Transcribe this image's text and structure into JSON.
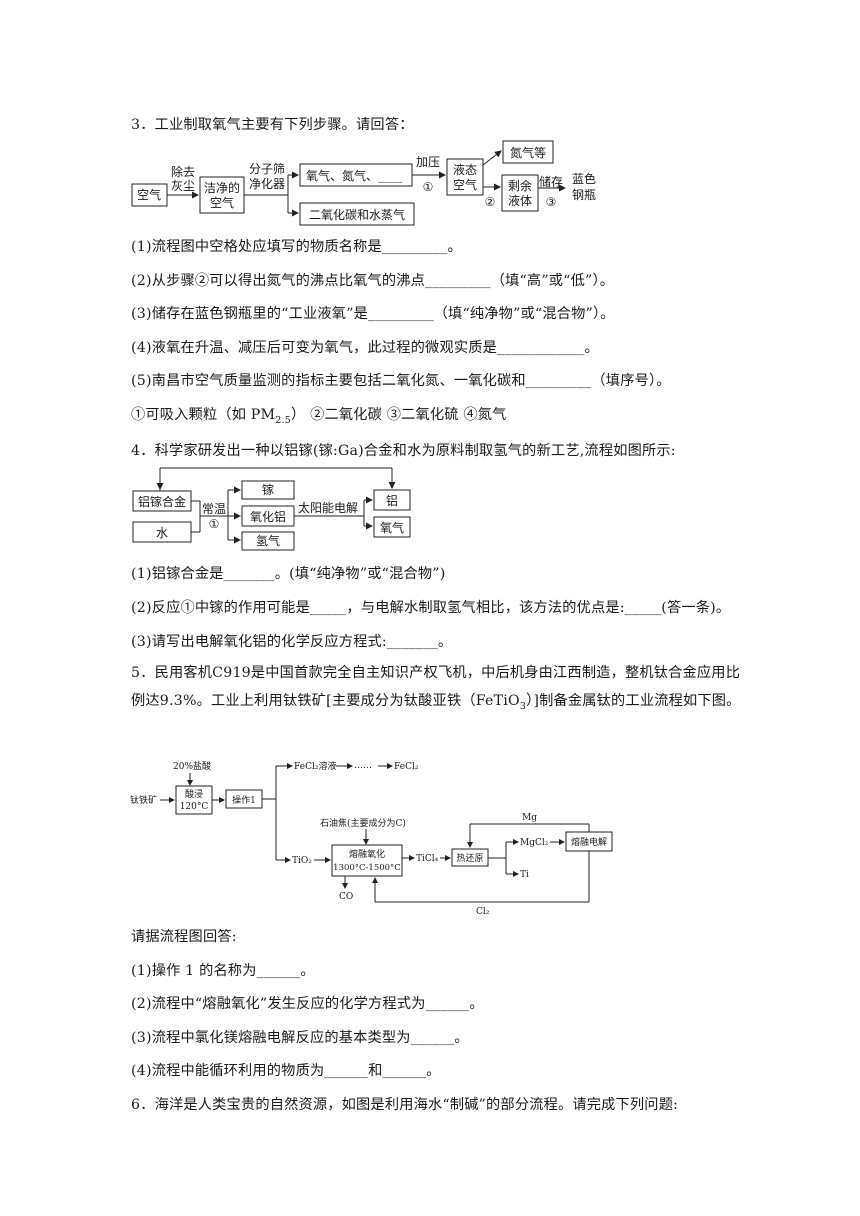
{
  "q3": {
    "title": "3．工业制取氧气主要有下列步骤。请回答：",
    "diagram": {
      "air": "空气",
      "step_remove_dust_1": "除去",
      "step_remove_dust_2": "灰尘",
      "clean_air_1": "洁净的",
      "clean_air_2": "空气",
      "sieve_1": "分子筛",
      "sieve_2": "净化器",
      "gases": "氧气、氮气、____",
      "co2_water": "二氧化碳和水蒸气",
      "pressurize": "加压",
      "step1": "①",
      "liquid_air_1": "液态",
      "liquid_air_2": "空气",
      "nitrogen_etc": "氮气等",
      "remaining_1": "剩余",
      "remaining_2": "液体",
      "step2": "②",
      "store": "储存",
      "step3": "③",
      "blue_1": "蓝色",
      "blue_2": "钢瓶"
    },
    "q1": "(1)流程图中空格处应填写的物质名称是_________。",
    "q2": "(2)从步骤②可以得出氮气的沸点比氧气的沸点_________（填“高”或“低”）。",
    "q3": "(3)储存在蓝色钢瓶里的“工业液氧”是_________（填“纯净物”或“混合物”）。",
    "q4": "(4)液氧在升温、减压后可变为氧气，此过程的微观实质是____________。",
    "q5": "(5)南昌市空气质量监测的指标主要包括二氧化氮、一氧化碳和_________（填序号）。",
    "options_pre": "①可吸入颗粒（如 PM",
    "options_sub": "2.5",
    "options_post": "）  ②二氧化碳  ③二氧化硫  ④氮气"
  },
  "q4": {
    "title": "4．科学家研发出一种以铝镓(镓:Ga)合金和水为原料制取氢气的新工艺,流程如图所示:",
    "diagram": {
      "alloy": "铝镓合金",
      "water": "水",
      "normal_temp": "常温",
      "step1": "①",
      "gallium": "镓",
      "alumina": "氧化铝",
      "hydrogen": "氢气",
      "solar": "太阳能电解",
      "aluminum": "铝",
      "oxygen": "氧气"
    },
    "q1": "(1)铝镓合金是_______。(填“纯净物”或“混合物”)",
    "q2": "(2)反应①中镓的作用可能是_____，与电解水制取氢气相比，该方法的优点是:_____(答一条)。",
    "q3": "(3)请写出电解氧化铝的化学反应方程式:_______。"
  },
  "q5": {
    "title": "5．民用客机C919是中国首款完全自主知识产权飞机，中后机身由江西制造，整机钛合金应用比例达9.3%。工业上利用钛铁矿[主要成分为钛酸亚铁（FeTiO",
    "title_sub": "3",
    "title_end": "）]制备金属钛的工业流程如下图。",
    "diagram": {
      "hcl": "20%盐酸",
      "ore": "钛铁矿",
      "acid_leach_1": "酸浸",
      "acid_leach_2": "120°C",
      "op1": "操作1",
      "fecl2_sol": "FeCl₂溶液",
      "dots": "……",
      "fecl2": "FeCl₂",
      "coke": "石油焦(主要成分为C)",
      "tio2": "TiO₂",
      "melt_ox_1": "熔融氧化",
      "melt_ox_2": "1300°C-1500°C",
      "ticl4": "TiCl₄",
      "hot_reduce": "热还原",
      "mg": "Mg",
      "mgcl2": "MgCl₂",
      "ti": "Ti",
      "melt_elec": "熔融电解",
      "co": "CO",
      "cl2": "Cl₂"
    },
    "answer_intro": "请据流程图回答:",
    "q1": "(1)操作 1 的名称为______。",
    "q2": "(2)流程中“熔融氧化”发生反应的化学方程式为______。",
    "q3": "(3)流程中氯化镁熔融电解反应的基本类型为______。",
    "q4": "(4)流程中能循环利用的物质为______和______。"
  },
  "q6": {
    "title": "6．海洋是人类宝贵的自然资源，如图是利用海水“制碱”的部分流程。请完成下列问题:"
  }
}
